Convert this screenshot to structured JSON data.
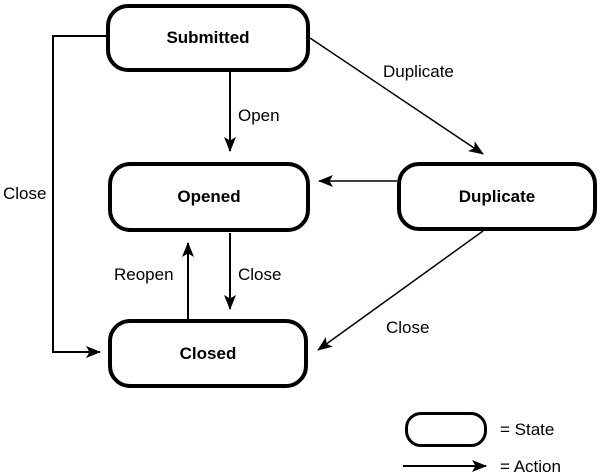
{
  "diagram": {
    "title": "",
    "states": [
      {
        "id": "submitted",
        "label": "Submitted"
      },
      {
        "id": "opened",
        "label": "Opened"
      },
      {
        "id": "duplicate",
        "label": "Duplicate"
      },
      {
        "id": "closed",
        "label": "Closed"
      }
    ],
    "transitions": [
      {
        "from": "Submitted",
        "to": "Opened",
        "label": "Open"
      },
      {
        "from": "Submitted",
        "to": "Duplicate",
        "label": "Duplicate"
      },
      {
        "from": "Submitted",
        "to": "Closed",
        "label": "Close"
      },
      {
        "from": "Duplicate",
        "to": "Opened",
        "label": ""
      },
      {
        "from": "Opened",
        "to": "Closed",
        "label": "Close"
      },
      {
        "from": "Closed",
        "to": "Opened",
        "label": "Reopen"
      },
      {
        "from": "Duplicate",
        "to": "Closed",
        "label": "Close"
      }
    ],
    "legend": {
      "state": "= State",
      "action": "= Action"
    },
    "colors": {
      "stroke": "#000000",
      "fill": "#ffffff",
      "background": "#ffffff"
    }
  }
}
